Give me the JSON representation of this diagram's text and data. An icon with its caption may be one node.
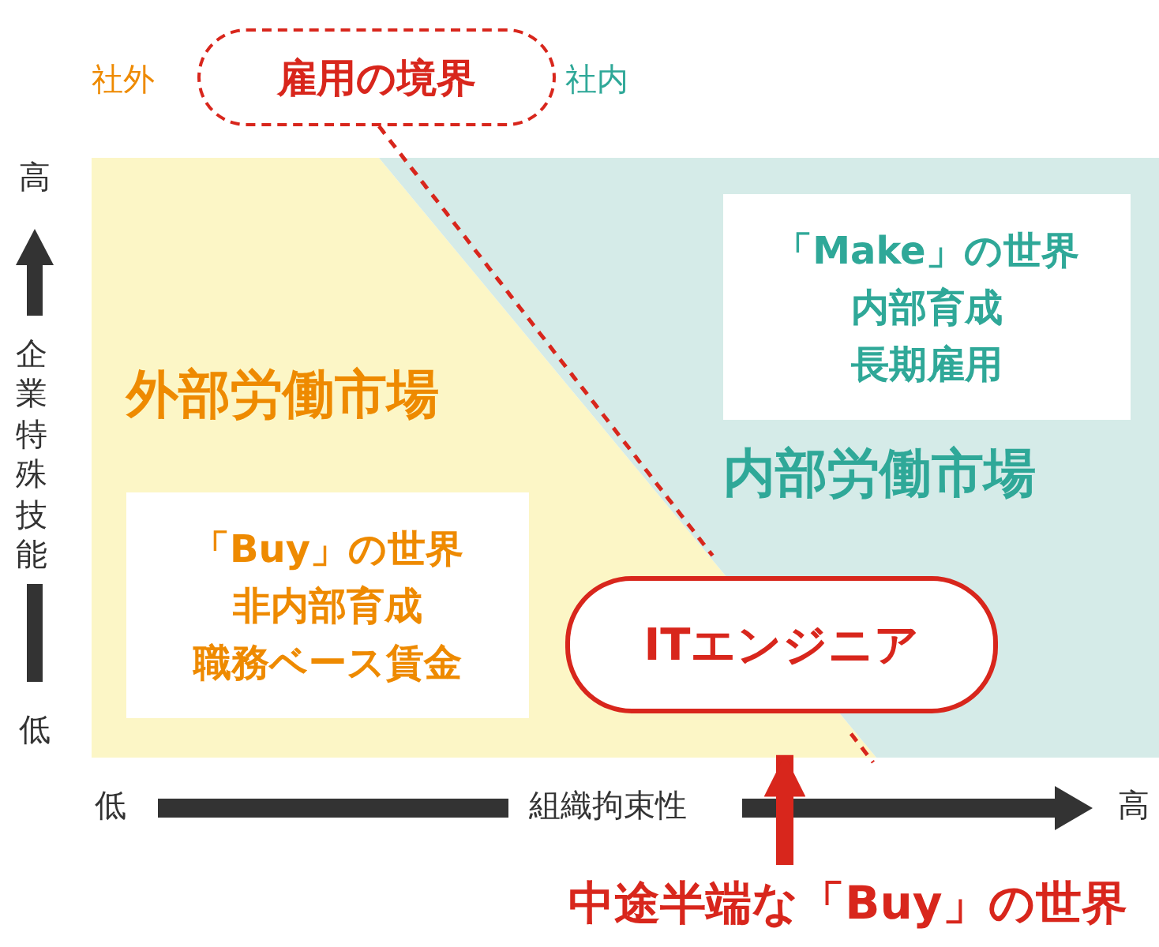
{
  "diagram": {
    "nodes": [
      {
        "text": [
          "雇用の境界"
        ]
      },
      {
        "text": [
          "外部労働市場"
        ]
      },
      {
        "text": [
          "「Buy」の世界",
          "非内部育成",
          "職務ベース賃金"
        ],
        "in": 1
      },
      {
        "text": [
          "内部労働市場"
        ]
      },
      {
        "text": [
          "「Make」の世界",
          "内部育成",
          "長期雇用"
        ],
        "in": 3
      },
      {
        "text": [
          "ITエンジニア"
        ]
      },
      {
        "text": [
          "中途半端な「Buy」の世界"
        ]
      }
    ],
    "edges": [
      {
        "from": 0,
        "to": 3,
        "arrow": "none",
        "style": "dashed"
      },
      {
        "from": 6,
        "to": 5,
        "arrow": "to",
        "style": "thick"
      }
    ],
    "labels": [
      "社外",
      "社内",
      "高",
      "企業特殊技能",
      "低",
      "低",
      "組織拘束性",
      "高"
    ]
  }
}
